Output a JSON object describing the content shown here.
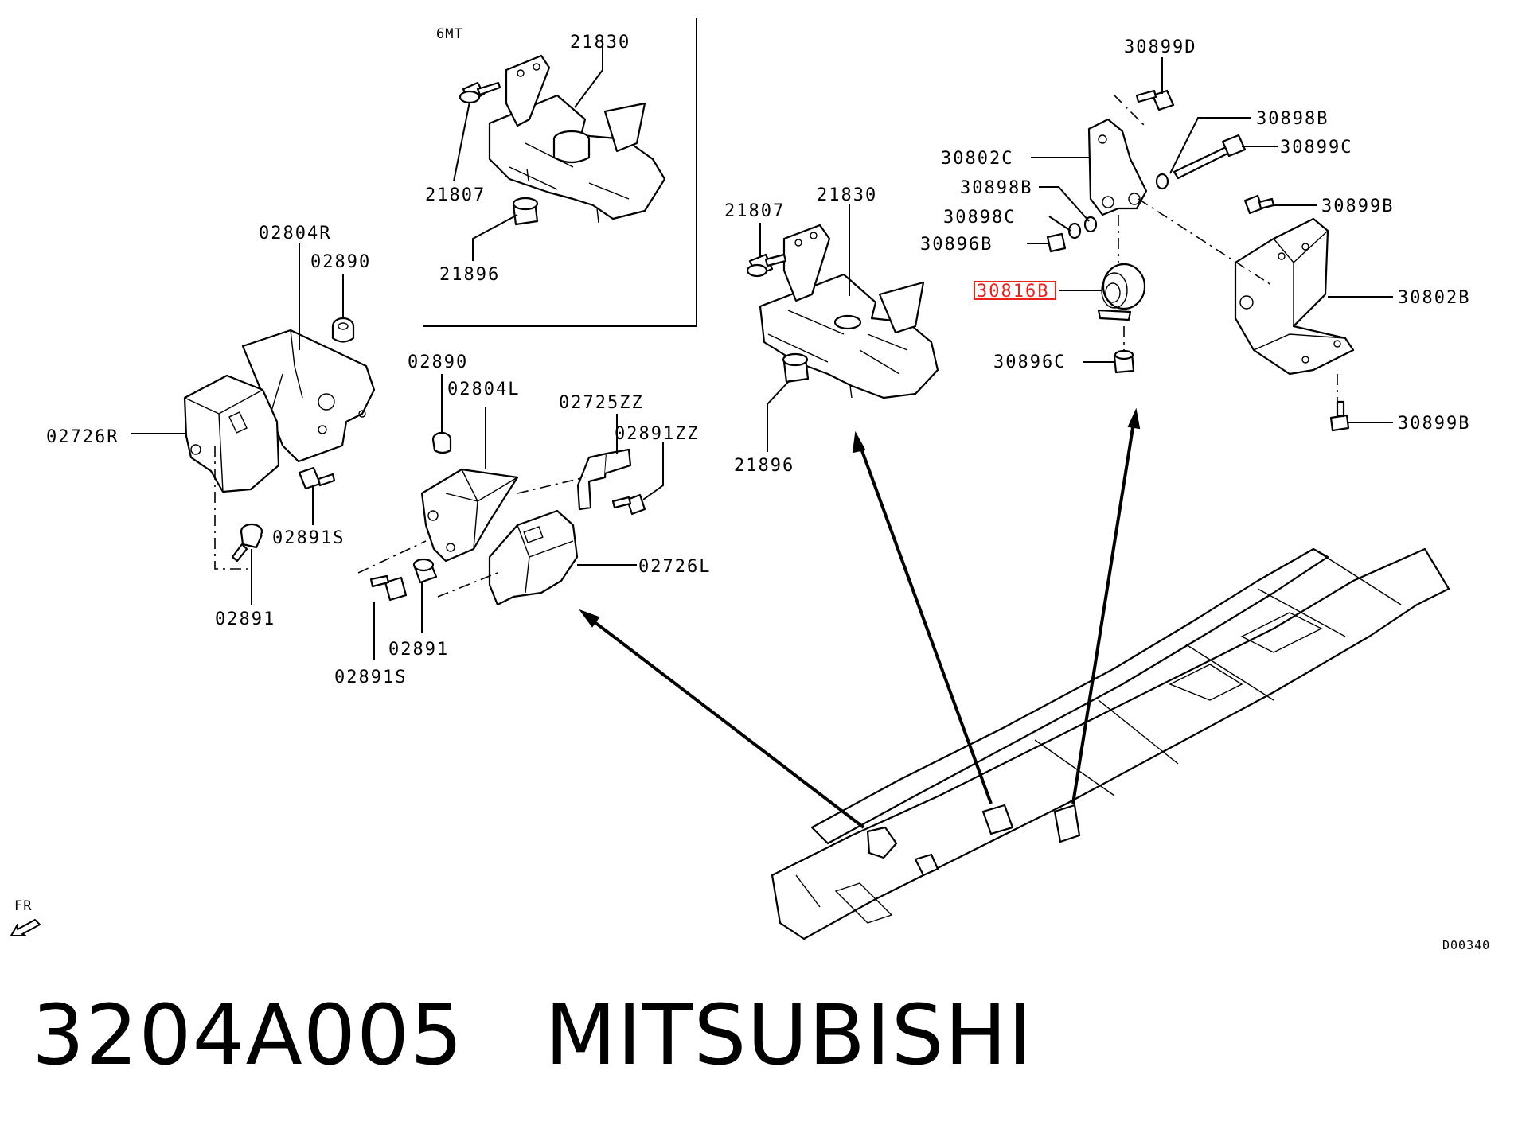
{
  "variant_label": "6MT",
  "callouts": {
    "c21830_top": "21830",
    "c21807_top": "21807",
    "c21896_top": "21896",
    "c02804R": "02804R",
    "c02890_r": "02890",
    "c02726R": "02726R",
    "c02891S_r": "02891S",
    "c02891_r": "02891",
    "c02890_l": "02890",
    "c02804L": "02804L",
    "c02725ZZ": "02725ZZ",
    "c02891ZZ": "02891ZZ",
    "c02726L": "02726L",
    "c02891_l": "02891",
    "c02891S_l": "02891S",
    "c21807_mid": "21807",
    "c21830_mid": "21830",
    "c21896_mid": "21896",
    "c30899D": "30899D",
    "c30898B_a": "30898B",
    "c30899C": "30899C",
    "c30802C": "30802C",
    "c30898B_b": "30898B",
    "c30898C": "30898C",
    "c30896B": "30896B",
    "c30816B": "30816B",
    "c30896C": "30896C",
    "c30899B_a": "30899B",
    "c30802B": "30802B",
    "c30899B_b": "30899B"
  },
  "highlight_color": "#e8231c",
  "front_marker": "FR",
  "diagram_code": "D00340",
  "caption": {
    "part_number": "3204A005",
    "brand": "MITSUBISHI"
  }
}
